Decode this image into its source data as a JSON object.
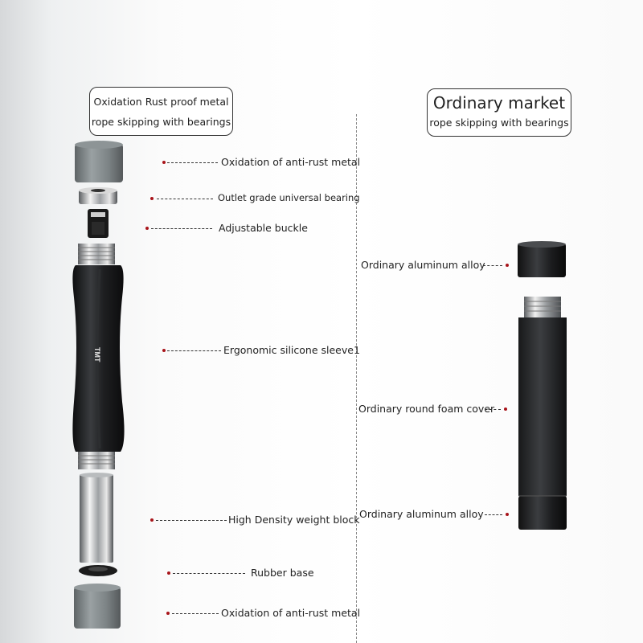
{
  "left_header": {
    "line1": "Oxidation Rust proof metal",
    "line2": "rope skipping with bearings"
  },
  "right_header": {
    "line1": "Ordinary market",
    "line2": "rope skipping with bearings"
  },
  "left_labels": [
    "Oxidation of anti-rust metal",
    "Outlet grade universal bearing",
    "Adjustable buckle",
    "Ergonomic silicone sleeve1",
    "High Density weight block",
    "Rubber base",
    "Oxidation of anti-rust metal"
  ],
  "right_labels": [
    "Ordinary aluminum alloy",
    "Ordinary round foam cover",
    "Ordinary aluminum alloy"
  ],
  "brand_logo": "TMT",
  "colors": {
    "marker_red": "#a8141a",
    "cap_gray": "#7d8486",
    "sleeve_black": "#1c1d1f"
  }
}
